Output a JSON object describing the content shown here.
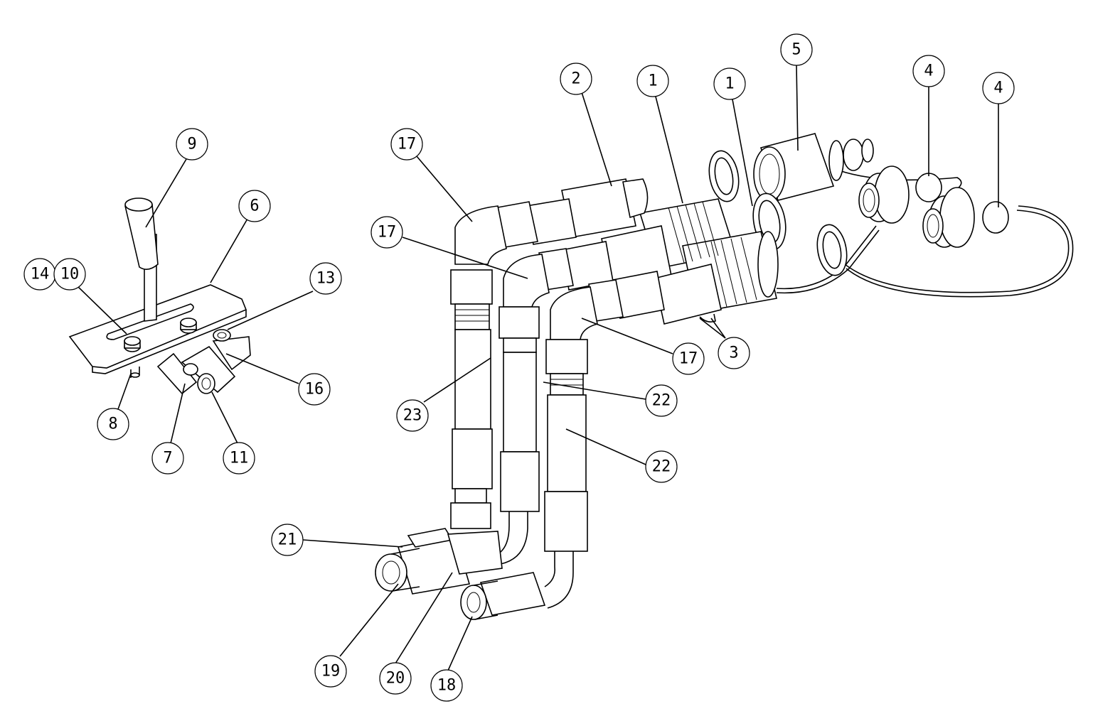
{
  "callouts": [
    {
      "id": "c9",
      "label": "9"
    },
    {
      "id": "c6",
      "label": "6"
    },
    {
      "id": "c14",
      "label": "14"
    },
    {
      "id": "c10",
      "label": "10"
    },
    {
      "id": "c13",
      "label": "13"
    },
    {
      "id": "c16",
      "label": "16"
    },
    {
      "id": "c8",
      "label": "8"
    },
    {
      "id": "c7",
      "label": "7"
    },
    {
      "id": "c11",
      "label": "11"
    },
    {
      "id": "c17a",
      "label": "17"
    },
    {
      "id": "c17b",
      "label": "17"
    },
    {
      "id": "c17c",
      "label": "17"
    },
    {
      "id": "c2",
      "label": "2"
    },
    {
      "id": "c1a",
      "label": "1"
    },
    {
      "id": "c1b",
      "label": "1"
    },
    {
      "id": "c5",
      "label": "5"
    },
    {
      "id": "c4a",
      "label": "4"
    },
    {
      "id": "c4b",
      "label": "4"
    },
    {
      "id": "c3",
      "label": "3"
    },
    {
      "id": "c23",
      "label": "23"
    },
    {
      "id": "c22a",
      "label": "22"
    },
    {
      "id": "c22b",
      "label": "22"
    },
    {
      "id": "c21",
      "label": "21"
    },
    {
      "id": "c19",
      "label": "19"
    },
    {
      "id": "c20",
      "label": "20"
    },
    {
      "id": "c18",
      "label": "18"
    }
  ]
}
